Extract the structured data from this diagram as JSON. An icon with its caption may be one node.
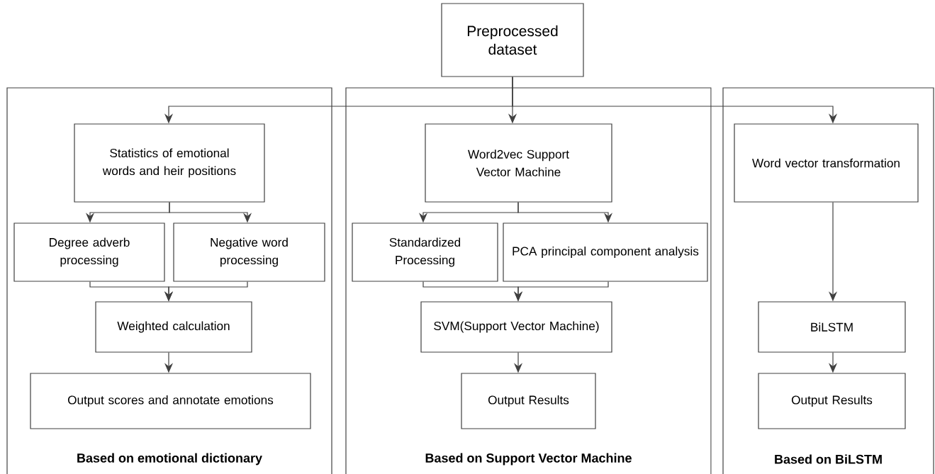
{
  "diagram": {
    "nodes": [
      {
        "text": [
          "Preprocessed dataset"
        ]
      },
      {
        "text": [
          "Based on emotional dictionary"
        ]
      },
      {
        "text": [
          "Based on Support Vector Machine"
        ]
      },
      {
        "text": [
          "Based on BiLSTM"
        ]
      },
      {
        "text": [
          "Statistics of emotional words and heir positions"
        ],
        "in": 1
      },
      {
        "text": [
          "Degree adverb processing"
        ],
        "in": 1
      },
      {
        "text": [
          "Negative word processing"
        ],
        "in": 1
      },
      {
        "text": [
          "Weighted calculation"
        ],
        "in": 1
      },
      {
        "text": [
          "Output scores and annotate emotions"
        ],
        "in": 1
      },
      {
        "text": [
          "Word2vec Support Vector Machine"
        ],
        "in": 2
      },
      {
        "text": [
          "Standardized Processing"
        ],
        "in": 2
      },
      {
        "text": [
          "PCA principal component analysis"
        ],
        "in": 2
      },
      {
        "text": [
          "SVM(Support Vector Machine)"
        ],
        "in": 2
      },
      {
        "text": [
          "Output Results"
        ],
        "in": 2
      },
      {
        "text": [
          "Word vector transformation"
        ],
        "in": 3
      },
      {
        "text": [
          "BiLSTM"
        ],
        "in": 3
      },
      {
        "text": [
          "Output Results"
        ],
        "in": 3
      }
    ],
    "edges": [
      {
        "from": 0,
        "to": 4,
        "arrow": "to"
      },
      {
        "from": 0,
        "to": 9,
        "arrow": "to"
      },
      {
        "from": 0,
        "to": 14,
        "arrow": "to"
      },
      {
        "from": 4,
        "to": 5,
        "arrow": "to"
      },
      {
        "from": 4,
        "to": 6,
        "arrow": "to"
      },
      {
        "from": 5,
        "to": 7,
        "arrow": "to"
      },
      {
        "from": 6,
        "to": 7,
        "arrow": "to"
      },
      {
        "from": 7,
        "to": 8,
        "arrow": "to"
      },
      {
        "from": 9,
        "to": 10,
        "arrow": "to"
      },
      {
        "from": 9,
        "to": 11,
        "arrow": "to"
      },
      {
        "from": 10,
        "to": 12,
        "arrow": "to"
      },
      {
        "from": 11,
        "to": 12,
        "arrow": "to"
      },
      {
        "from": 12,
        "to": 13,
        "arrow": "to"
      },
      {
        "from": 14,
        "to": 15,
        "arrow": "to"
      },
      {
        "from": 15,
        "to": 16,
        "arrow": "to"
      }
    ]
  }
}
